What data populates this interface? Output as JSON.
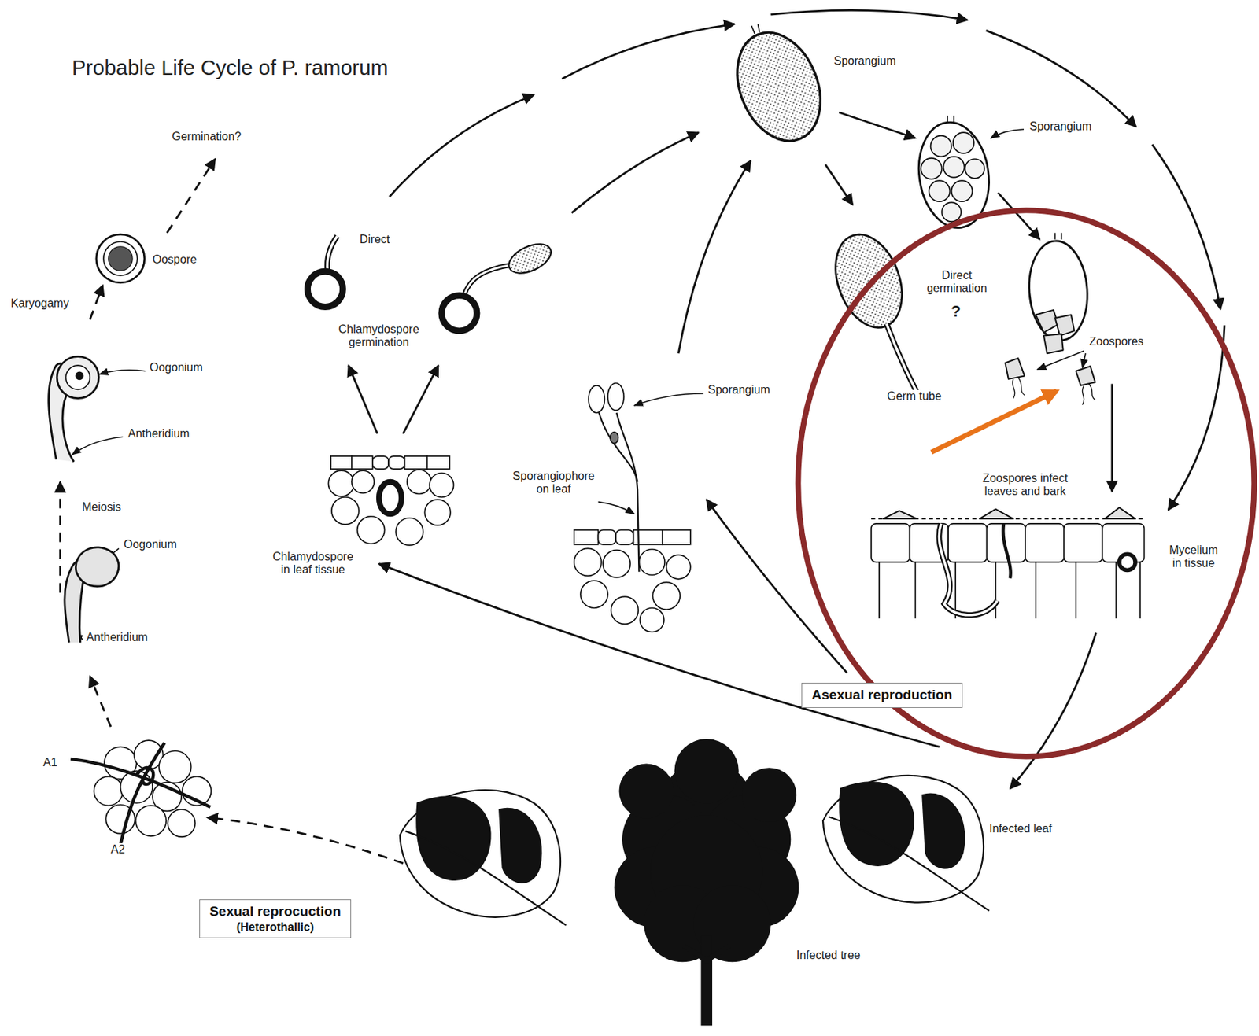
{
  "diagram": {
    "title": "Probable Life Cycle of P. ramorum",
    "nodes": [
      {
        "text": [
          "Asexual reproduction"
        ]
      },
      {
        "text": [
          "Sexual reprocuction",
          "(Heterothallic)"
        ]
      }
    ],
    "labels": [
      "Sporangium",
      "Germination?",
      "Sporangium",
      "Direct",
      "Oospore",
      "Direct germination",
      "Karyogamy",
      "?",
      "Chlamydospore germination",
      "Zoospores",
      "Oogonium",
      "Sporangium",
      "Germ tube",
      "Antheridium",
      "Sporangiophore on leaf",
      "Zoospores infect leaves and bark",
      "Meiosis",
      "Oogonium",
      "Mycelium in tissue",
      "Chlamydospore in leaf tissue",
      "Antheridium",
      "A1",
      "Infected leaf",
      "A2",
      "Infected tree"
    ]
  }
}
